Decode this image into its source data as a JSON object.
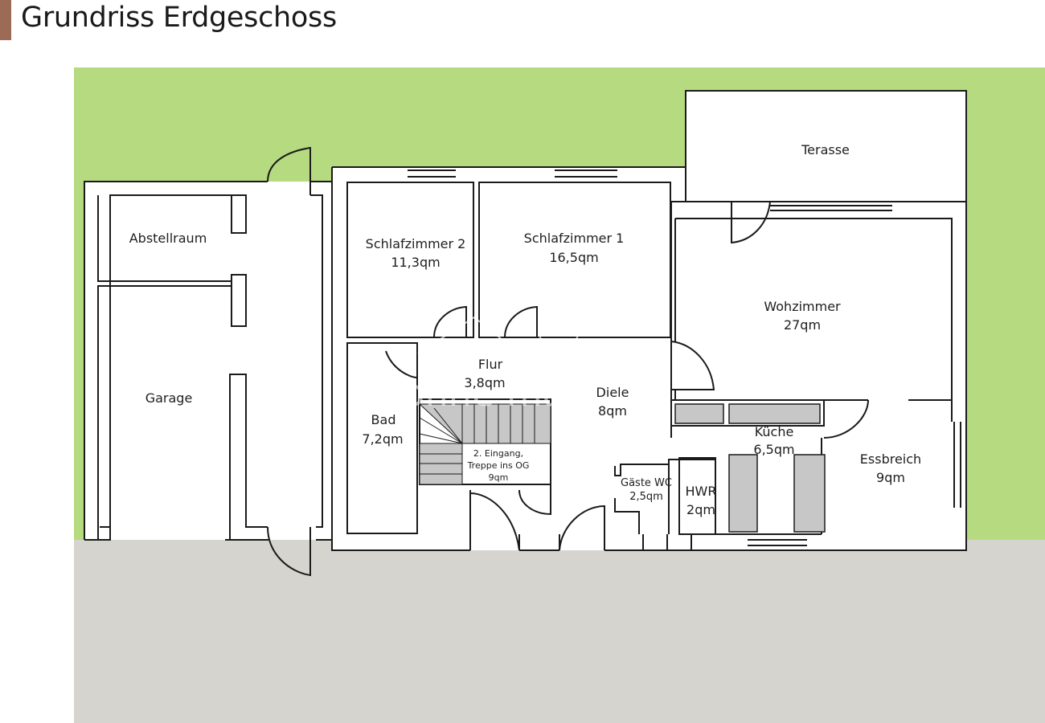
{
  "title": "Grundriss Erdgeschoss",
  "colors": {
    "accent_bar": "#9c6b55",
    "garden": "#b5da7f",
    "street": "#d5d4cf",
    "wall": "#1a1a1a",
    "fixture": "#c7c7c7"
  },
  "watermark": "ohne makler",
  "rooms": {
    "terasse": {
      "name": "Terasse",
      "area": ""
    },
    "abstellraum": {
      "name": "Abstellraum",
      "area": ""
    },
    "garage": {
      "name": "Garage",
      "area": ""
    },
    "schlafzimmer2": {
      "name": "Schlafzimmer 2",
      "area": "11,3qm"
    },
    "schlafzimmer1": {
      "name": "Schlafzimmer 1",
      "area": "16,5qm"
    },
    "wohnzimmer": {
      "name": "Wohzimmer",
      "area": "27qm"
    },
    "flur": {
      "name": "Flur",
      "area": "3,8qm"
    },
    "diele": {
      "name": "Diele",
      "area": "8qm"
    },
    "bad": {
      "name": "Bad",
      "area": "7,2qm"
    },
    "eingang": {
      "line1": "2. Eingang,",
      "line2": "Treppe ins OG",
      "area": "9qm"
    },
    "kueche": {
      "name": "Küche",
      "area": "6,5qm"
    },
    "gaeste_wc": {
      "name": "Gäste WC",
      "area": "2,5qm"
    },
    "hwr": {
      "name": "HWR",
      "area": "2qm"
    },
    "essbereich": {
      "name": "Essbreich",
      "area": "9qm"
    }
  }
}
